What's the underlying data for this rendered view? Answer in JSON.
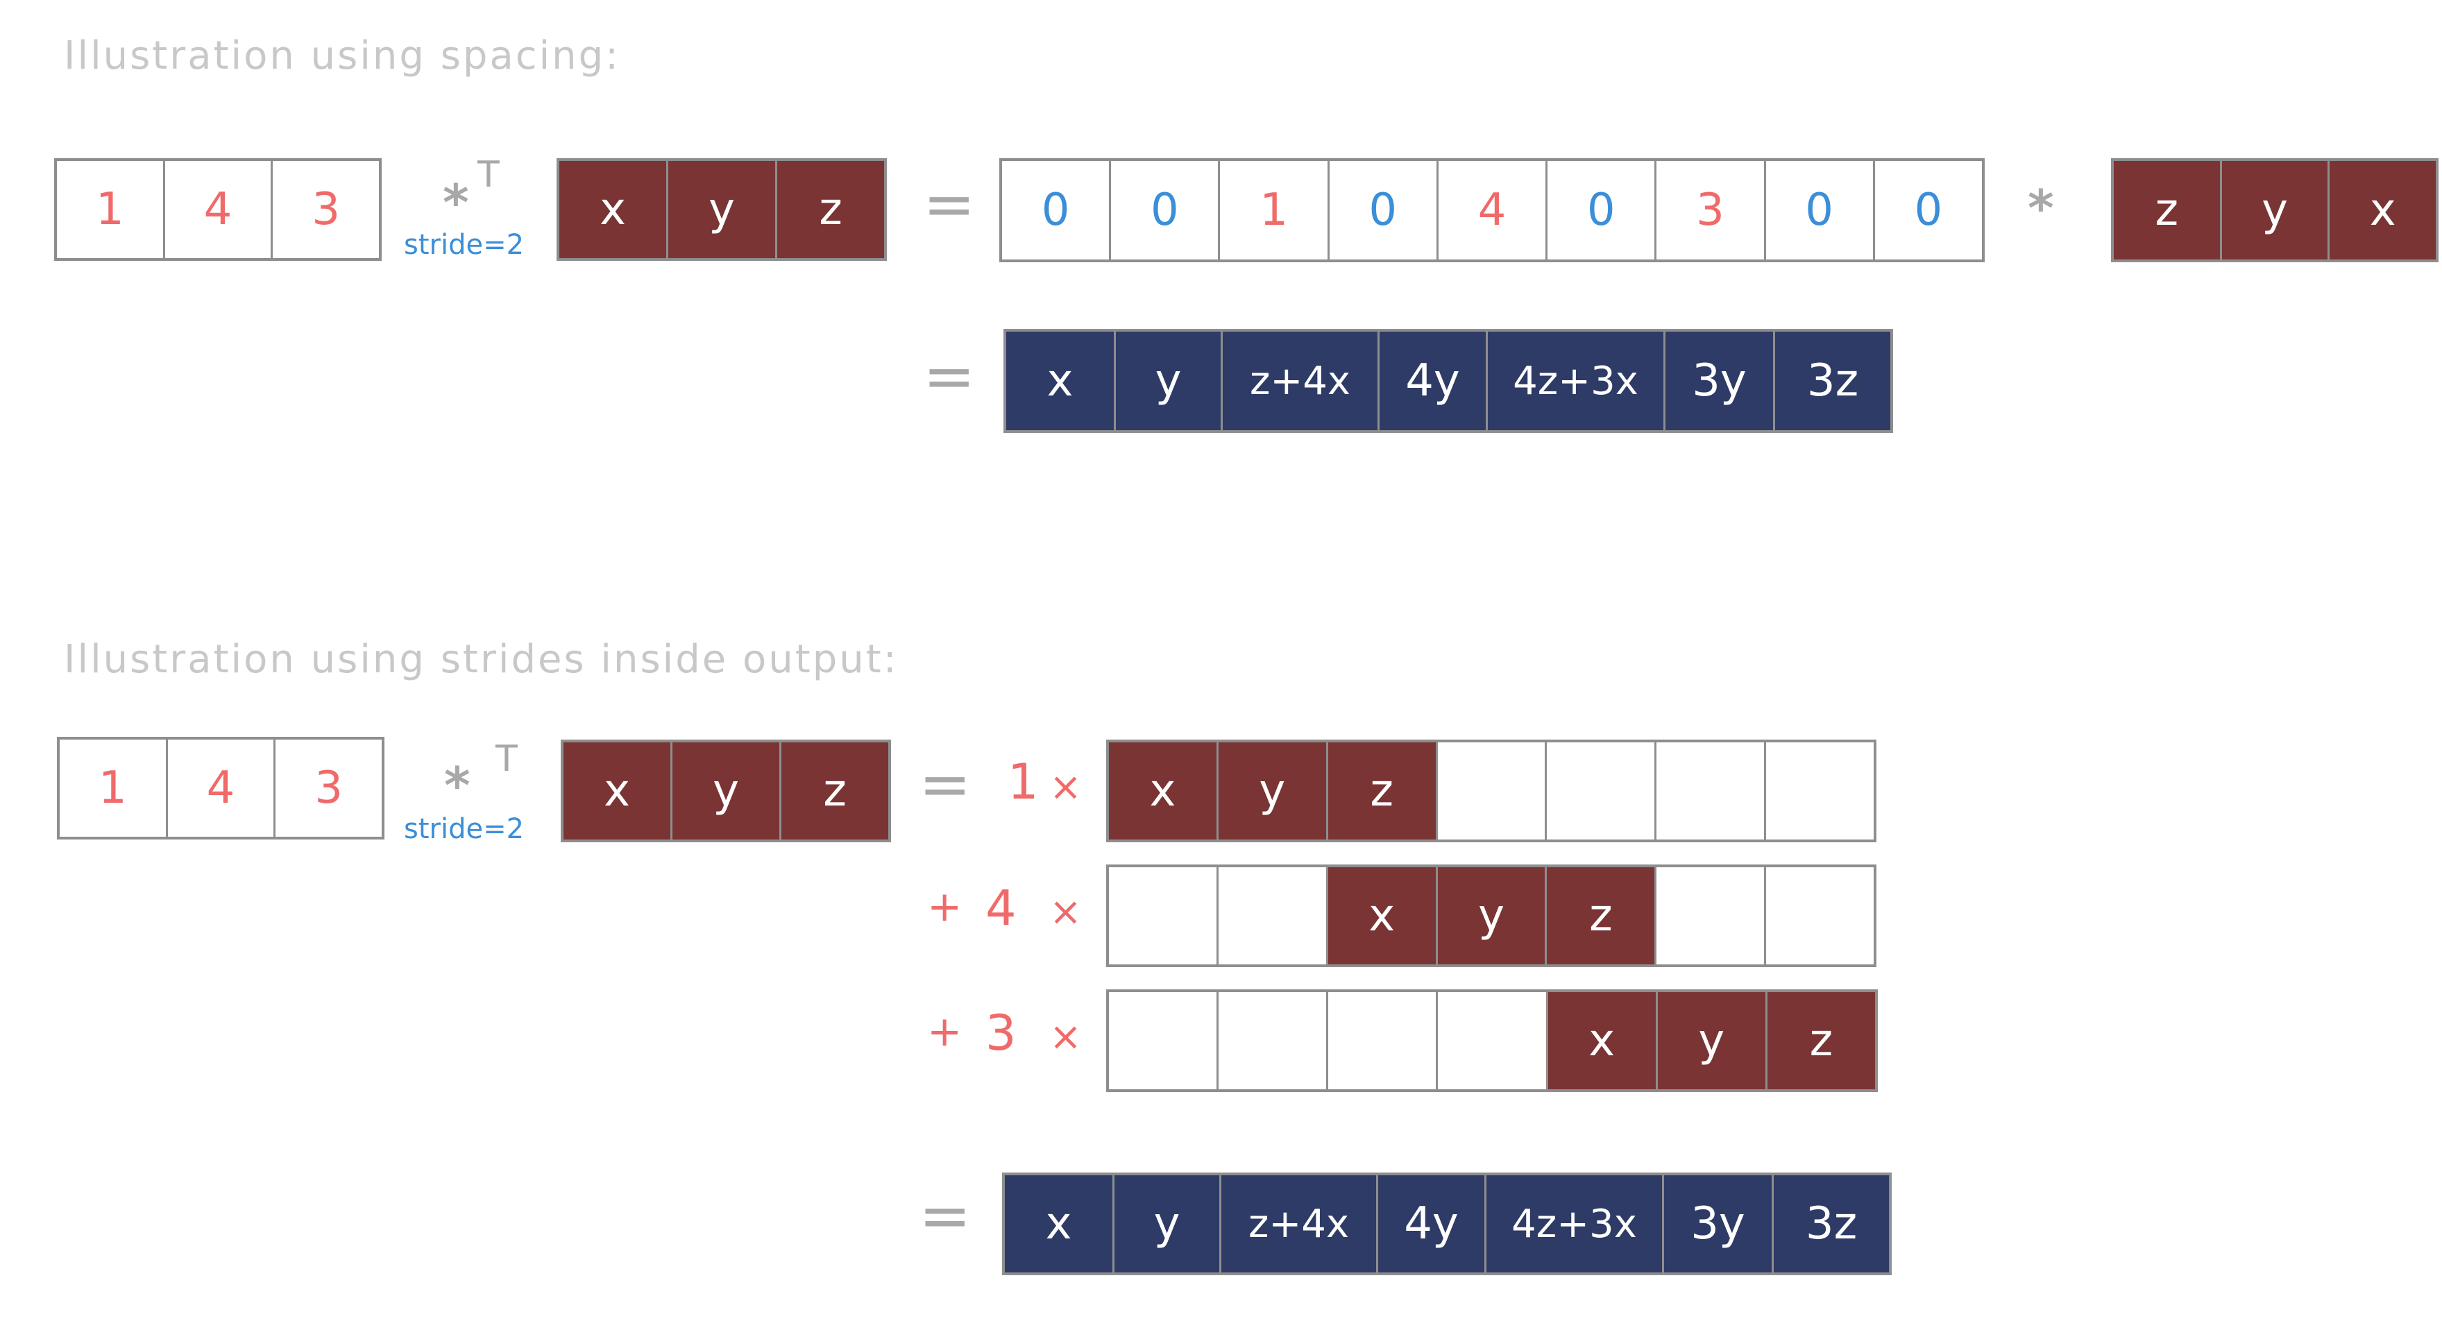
{
  "headings": {
    "spacing": "Illustration using spacing:",
    "strides": "Illustration using strides inside output:"
  },
  "operators": {
    "transposed_conv": "*",
    "transpose_mark": "T",
    "stride_label": "stride=2",
    "equals": "=",
    "conv": "*",
    "times": "×",
    "plus": "+"
  },
  "section1": {
    "input": [
      "1",
      "4",
      "3"
    ],
    "kernel": [
      "x",
      "y",
      "z"
    ],
    "padded_input": [
      "0",
      "0",
      "1",
      "0",
      "4",
      "0",
      "3",
      "0",
      "0"
    ],
    "flipped_kernel": [
      "z",
      "y",
      "x"
    ],
    "output": [
      "x",
      "y",
      "z+4x",
      "4y",
      "4z+3x",
      "3y",
      "3z"
    ]
  },
  "section2": {
    "input": [
      "1",
      "4",
      "3"
    ],
    "kernel": [
      "x",
      "y",
      "z"
    ],
    "rows": [
      {
        "coef": "1",
        "cells": [
          "x",
          "y",
          "z",
          "",
          "",
          "",
          ""
        ]
      },
      {
        "coef": "4",
        "cells": [
          "",
          "",
          "x",
          "y",
          "z",
          "",
          ""
        ]
      },
      {
        "coef": "3",
        "cells": [
          "",
          "",
          "",
          "",
          "x",
          "y",
          "z"
        ]
      }
    ],
    "output": [
      "x",
      "y",
      "z+4x",
      "4y",
      "4z+3x",
      "3y",
      "3z"
    ]
  },
  "colors": {
    "heading": "#c8c8c8",
    "operator": "#a8a8a8",
    "red_number": "#f06a6a",
    "blue_number": "#3b8ed8",
    "kernel_fill": "#7a3434",
    "output_fill": "#2e3b66",
    "cell_border": "#8e8e8e"
  }
}
